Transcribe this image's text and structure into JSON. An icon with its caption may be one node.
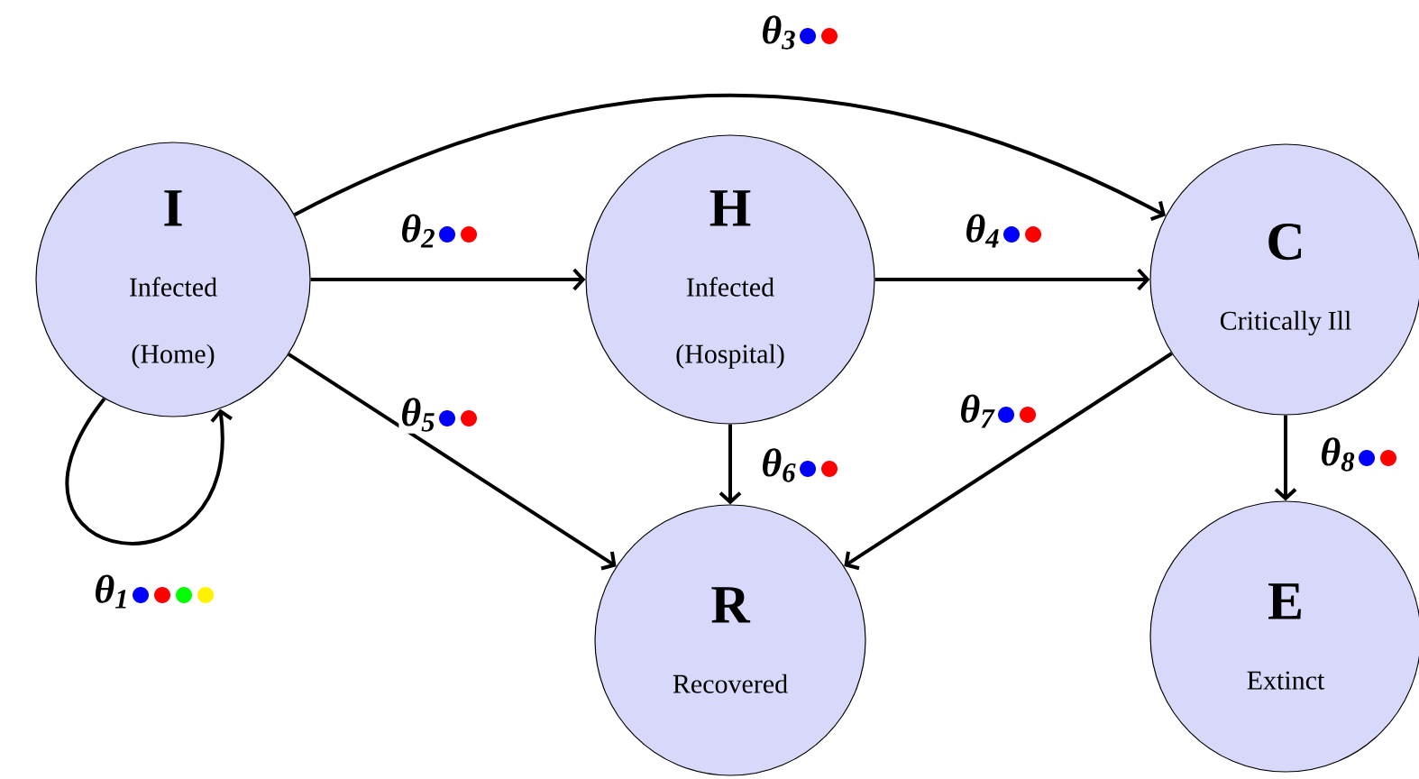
{
  "diagram": {
    "nodes": [
      {
        "text": [
          "I",
          "Infected (Home)"
        ]
      },
      {
        "text": [
          "H",
          "Infected (Hospital)"
        ]
      },
      {
        "text": [
          "C",
          "Critically Ill"
        ]
      },
      {
        "text": [
          "R",
          "Recovered"
        ]
      },
      {
        "text": [
          "E",
          "Extinct"
        ]
      }
    ],
    "edges": [
      {
        "from": 0,
        "to": 0,
        "arrow": "to",
        "label": "θ$_{1}$"
      },
      {
        "from": 0,
        "to": 1,
        "arrow": "to",
        "label": "θ$_{2}$"
      },
      {
        "from": 0,
        "to": 2,
        "arrow": "to",
        "label": "θ$_{3}$"
      },
      {
        "from": 1,
        "to": 2,
        "arrow": "to",
        "label": "θ$_{4}$"
      },
      {
        "from": 0,
        "to": 3,
        "arrow": "to",
        "label": "θ$_{5}$"
      },
      {
        "from": 1,
        "to": 3,
        "arrow": "to",
        "label": "θ$_{6}$"
      },
      {
        "from": 2,
        "to": 3,
        "arrow": "to",
        "label": "θ$_{7}$"
      },
      {
        "from": 2,
        "to": 4,
        "arrow": "to",
        "label": "θ$_{8}$"
      }
    ]
  }
}
